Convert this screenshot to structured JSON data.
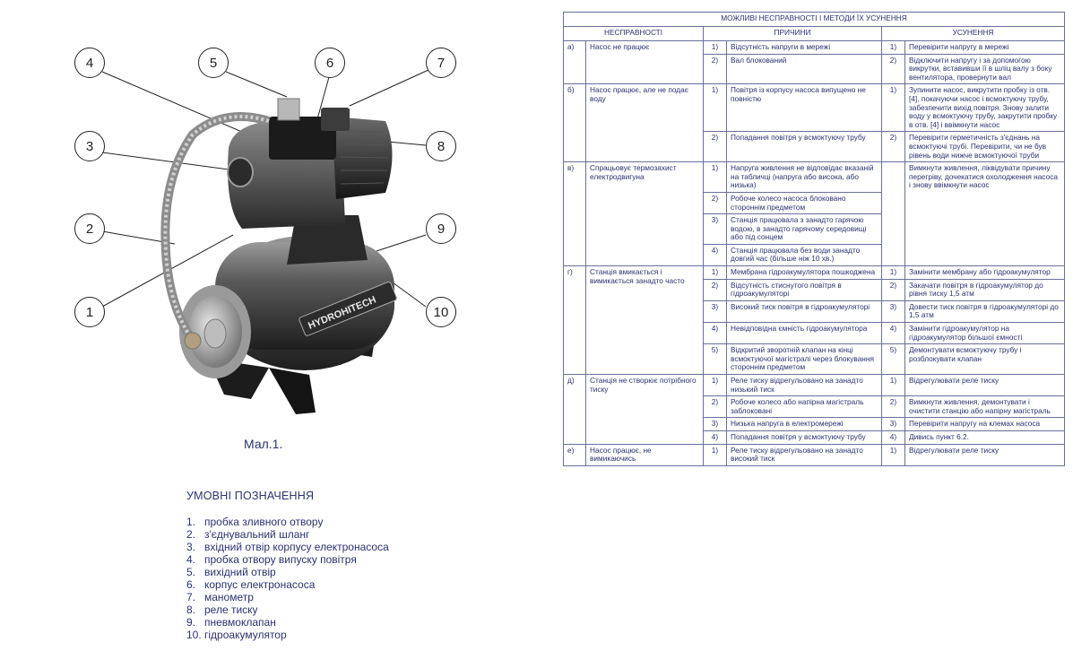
{
  "figure": {
    "caption": "Мал.1.",
    "callouts": [
      "4",
      "5",
      "6",
      "7",
      "3",
      "8",
      "2",
      "9",
      "1",
      "10"
    ],
    "brand": "HYDROHITECH"
  },
  "legend": {
    "title": "УМОВНІ ПОЗНАЧЕННЯ",
    "items": [
      {
        "num": "1.",
        "text": "пробка зливного отвору"
      },
      {
        "num": "2.",
        "text": "з'єднувальний шланг"
      },
      {
        "num": "3.",
        "text": "вхідний отвір корпусу електронасоса"
      },
      {
        "num": "4.",
        "text": "пробка отвору випуску повітря"
      },
      {
        "num": "5.",
        "text": "вихідний отвір"
      },
      {
        "num": "6.",
        "text": "корпус електронасоса"
      },
      {
        "num": "7.",
        "text": "манометр"
      },
      {
        "num": "8.",
        "text": "реле тиску"
      },
      {
        "num": "9.",
        "text": "пневмоклапан"
      },
      {
        "num": "10.",
        "text": "гідроакумулятор"
      }
    ]
  },
  "table": {
    "title": "МОЖЛИВІ НЕСПРАВНОСТІ І МЕТОДИ ЇХ УСУНЕННЯ",
    "headers": {
      "faults": "НЕСПРАВНОСТІ",
      "causes": "ПРИЧИНИ",
      "remedies": "УСУНЕННЯ"
    },
    "rows": [
      {
        "letter": "а)",
        "fault": "Насос не працює",
        "cn": "1)",
        "cause": "Відсутність напруги в мережі",
        "rn": "1)",
        "remedy": "Перевірити напругу в мережі"
      },
      {
        "cn": "2)",
        "cause": "Вал блокований",
        "rn": "2)",
        "remedy": "Відключити напругу і за допомогою викрутки, вставивши її в шліц валу з боку вентилятора, провернути вал"
      },
      {
        "letter": "б)",
        "fault": "Насос працює, але не подає воду",
        "cn": "1)",
        "cause": "Повітря із корпусу насоса випущено не повністю",
        "rn": "1)",
        "remedy": "Зупинити насос, викрутити пробку із отв. [4], покачуючи насос і всмоктуючу трубу, забезпечити вихід повітря. Знову залити воду у всмоктуючу трубу, закрутити пробку в отв. [4] і ввімкнути насос"
      },
      {
        "cn": "2)",
        "cause": "Попадання повітря у всмоктуючу трубу",
        "rn": "2)",
        "remedy": "Перевірити герметичність з'єднань на всмоктуючі трубі. Перевірити, чи не був рівень води нижче всмоктуючої труби"
      },
      {
        "letter": "в)",
        "fault": "Спрацьовує термозахист електродвигуна",
        "cn": "1)",
        "cause": "Напруга живлення не відповідає вказаній на табличці (напруга або висока, або низька)",
        "remedy": "Вимкнути живлення, ліквідувати причину перегріву, дочекатися охолодження насоса і знову ввімкнути насос"
      },
      {
        "cn": "2)",
        "cause": "Робоче колесо насоса блоковано стороннім предметом"
      },
      {
        "cn": "3)",
        "cause": "Станція працювала з занадто гарячою водою, в занадто гарячому середовищі або під сонцем"
      },
      {
        "cn": "4)",
        "cause": "Станція працювала без води занадто довгий час (більше ніж 10 хв.)"
      },
      {
        "letter": "г)",
        "fault": "Станція вмикається і вимикається занадто часто",
        "cn": "1)",
        "cause": "Мембрана гідроакумулятора пошкоджена",
        "rn": "1)",
        "remedy": "Замінити мембрану або гідроакумулятор"
      },
      {
        "cn": "2)",
        "cause": "Відсутність стиснутого повітря в гідроакумуляторі",
        "rn": "2)",
        "remedy": "Закачати повітря в гідроакумулятор до рівня тиску 1,5 атм"
      },
      {
        "cn": "3)",
        "cause": "Високий тиск повітря в гідроакумуляторі",
        "rn": "3)",
        "remedy": "Довести тиск повітря в гідроакумуляторі до 1,5 атм"
      },
      {
        "cn": "4)",
        "cause": "Невідповідна ємність гідроакумулятора",
        "rn": "4)",
        "remedy": "Замінити гідроакумулятор на гідроакумулятор більшої ємності"
      },
      {
        "cn": "5)",
        "cause": "Відкритий зворотній клапан на кінці всмоктуючої магістралі через блокування стороннім предметом",
        "rn": "5)",
        "remedy": "Демонтувати всмоктуючу трубу і розблокувати клапан"
      },
      {
        "letter": "д)",
        "fault": "Станція не створює потрібного тиску",
        "cn": "1)",
        "cause": "Реле тиску відрегульовано на занадто низький тиск",
        "rn": "1)",
        "remedy": "Відрегулювати реле тиску"
      },
      {
        "cn": "2)",
        "cause": "Робоче колесо або напірна магістраль заблоковані",
        "rn": "2)",
        "remedy": "Вимкнути живлення, демонтувати і очистити станцію або напірну магістраль"
      },
      {
        "cn": "3)",
        "cause": "Низька напруга в електромережі",
        "rn": "3)",
        "remedy": "Перевірити напругу на клемах насоса"
      },
      {
        "cn": "4)",
        "cause": "Попадання повітря у всмоктуючу трубу",
        "rn": "4)",
        "remedy": "Дивись пункт 6.2."
      },
      {
        "letter": "е)",
        "fault": "Насос працює, не вимикаючись",
        "cn": "1)",
        "cause": "Реле тиску відрегульовано на занадто високий тиск",
        "rn": "1)",
        "remedy": "Відрегулювати реле тиску"
      }
    ]
  }
}
